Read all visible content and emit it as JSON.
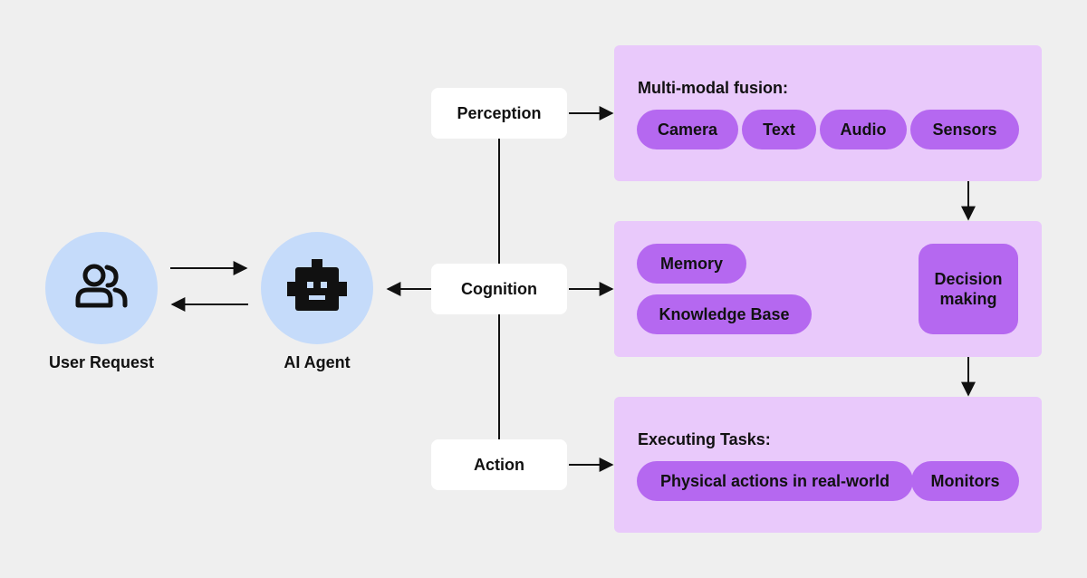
{
  "user": {
    "label": "User Request",
    "icon": "users-icon"
  },
  "agent": {
    "label": "AI Agent",
    "icon": "robot-icon"
  },
  "stages": {
    "perception": "Perception",
    "cognition": "Cognition",
    "action": "Action"
  },
  "perception_panel": {
    "title": "Multi-modal fusion:",
    "items": [
      "Camera",
      "Text",
      "Audio",
      "Sensors"
    ]
  },
  "cognition_panel": {
    "memory": "Memory",
    "knowledge": "Knowledge Base",
    "decision": "Decision making"
  },
  "action_panel": {
    "title": "Executing Tasks:",
    "items": [
      "Physical actions in real-world",
      "Monitors"
    ]
  },
  "colors": {
    "background": "#efefef",
    "circle": "#c5dbfa",
    "panel": "#e9c9fb",
    "pill": "#b568f0",
    "stage_box": "#ffffff"
  }
}
